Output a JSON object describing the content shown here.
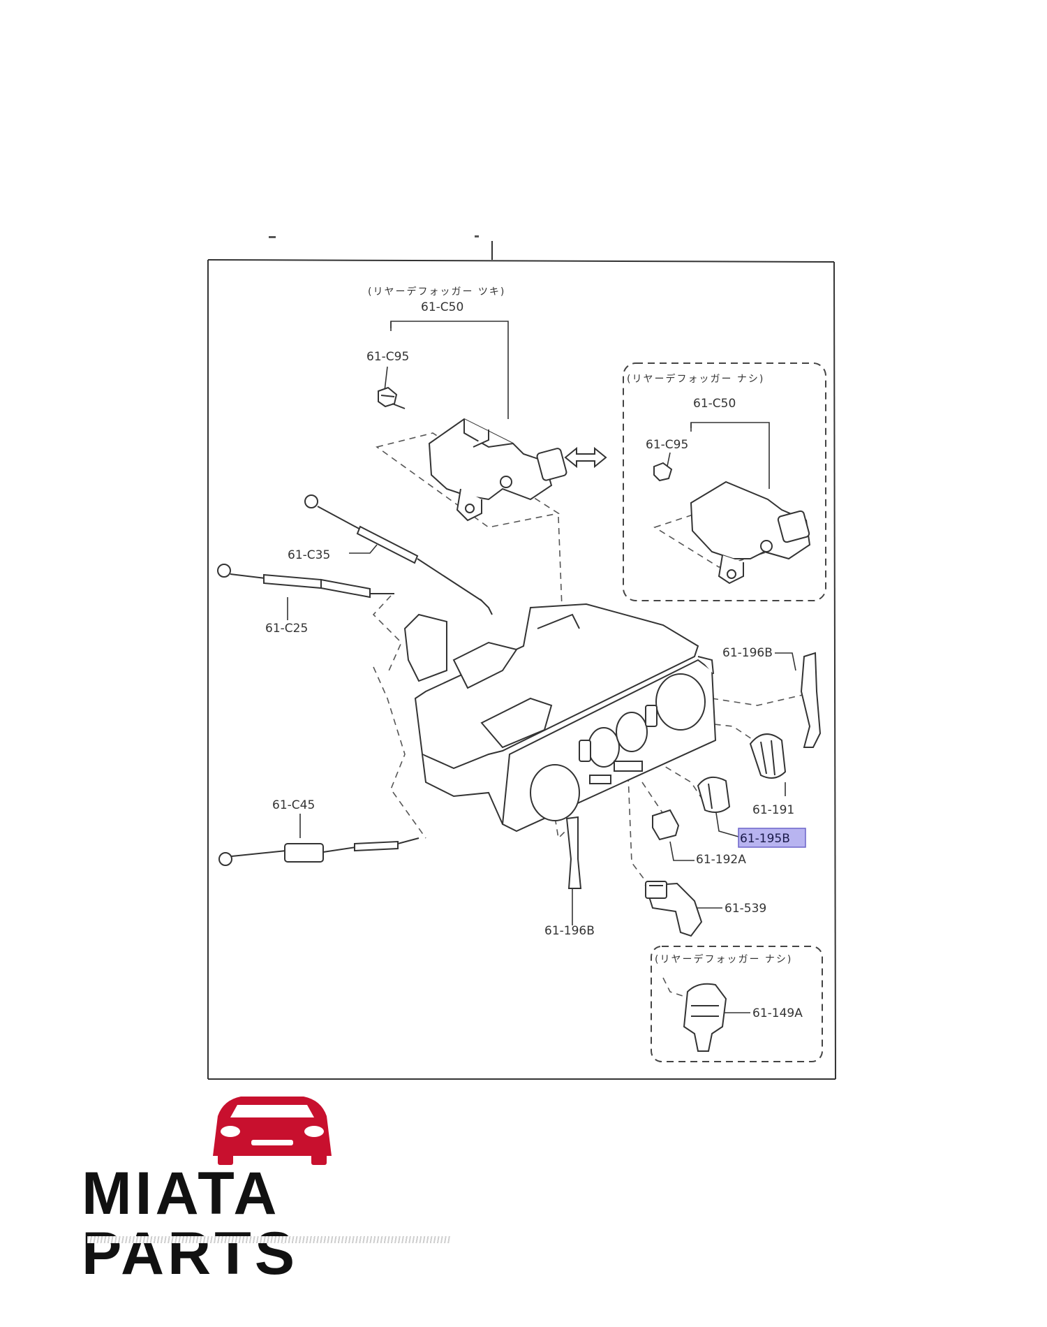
{
  "labels": {
    "c50_top": "61-C50",
    "c95_top": "61-C95",
    "c50_alt": "61-C50",
    "c95_alt": "61-C95",
    "c35": "61-C35",
    "c25": "61-C25",
    "c45": "61-C45",
    "p196b_right": "61-196B",
    "p196b_bottom": "61-196B",
    "p191": "61-191",
    "p195b": "61-195B",
    "p192a": "61-192A",
    "p539": "61-539",
    "p149a": "61-149A"
  },
  "notes": {
    "with_defogger": "(リヤーデフォッガー ツキ)",
    "without_defogger_1": "(リヤーデフォッガー ナシ)",
    "without_defogger_2": "(リヤーデフォッガー ナシ)"
  },
  "highlight": {
    "part": "61-195B",
    "color": "#b8b4f0"
  },
  "brand": {
    "name": "MIATA PARTS",
    "logo_icon": "car-front-icon",
    "logo_color": "#c8102e"
  }
}
